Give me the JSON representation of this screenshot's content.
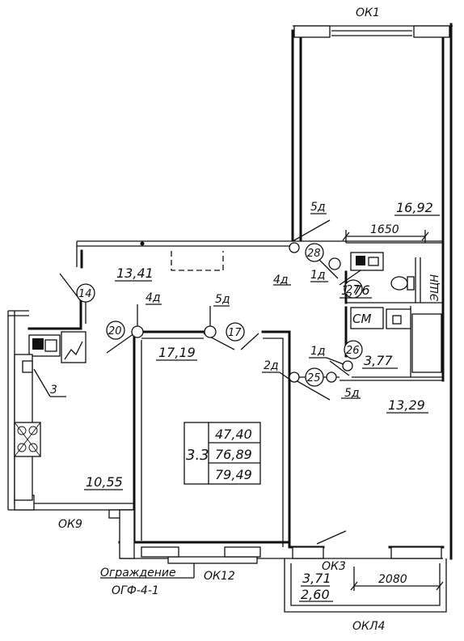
{
  "windows": {
    "ok1": "ОК1",
    "ok9": "ОК9",
    "ok12": "ОК12",
    "ok3": "ОК3",
    "okl4": "ОКЛ4"
  },
  "rooms": {
    "room_right_top": "16,92",
    "hall": "13,41",
    "living": "17,19",
    "kitchen": "10,55",
    "room_right_bottom": "13,29",
    "bathroom": "1,76",
    "toilet": "3,77",
    "balcony_area": "3,71",
    "balcony_secondary": "2,60"
  },
  "apartment_table": {
    "type": "3.3",
    "living_area": "47,40",
    "total_area": "76,89",
    "total_with_balcony": "79,49"
  },
  "doors": {
    "d5_top": "5д",
    "d4_right": "4д",
    "d1_top": "1д",
    "d4_left": "4д",
    "d5_mid": "5д",
    "d2": "2д",
    "d1_mid": "1д",
    "d5_bottom": "5д",
    "d3": "3"
  },
  "nodes": [
    "28",
    "14",
    "20",
    "17",
    "27",
    "26",
    "25"
  ],
  "dimensions": {
    "bath_width": "1650",
    "balcony_width": "2080"
  },
  "fixtures": {
    "washer": "СМ",
    "panel": "ЭЩН"
  },
  "notes": {
    "fence_line1": "Ограждение",
    "fence_line2": "ОГФ-4-1"
  }
}
